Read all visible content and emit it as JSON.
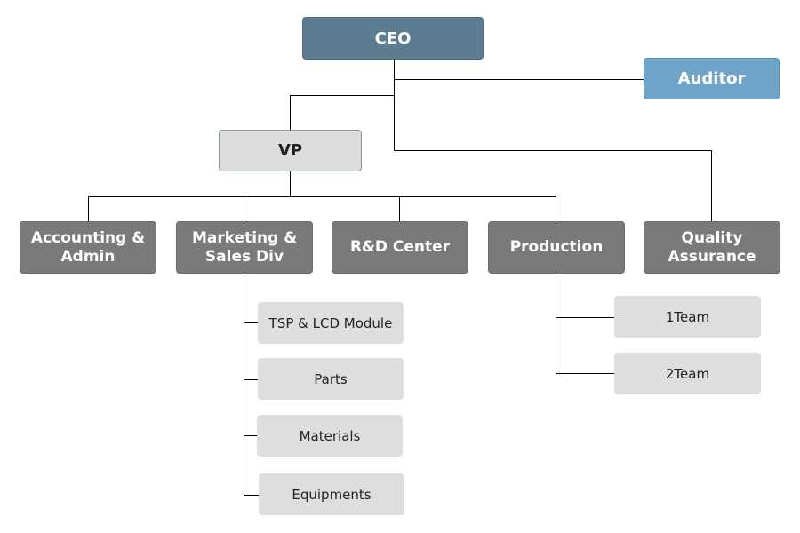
{
  "chart": {
    "ceo": "CEO",
    "auditor": "Auditor",
    "vp": "VP",
    "departments": [
      {
        "line1": "Accounting &",
        "line2": "Admin"
      },
      {
        "line1": "Marketing &",
        "line2": "Sales Div"
      },
      {
        "line1": "R&D Center",
        "line2": ""
      },
      {
        "line1": "Production",
        "line2": ""
      },
      {
        "line1": "Quality",
        "line2": "Assurance"
      }
    ],
    "marketing_units": [
      "TSP & LCD Module",
      "Parts",
      "Materials",
      "Equipments"
    ],
    "production_teams": [
      "1Team",
      "2Team"
    ]
  },
  "colors": {
    "ceo": "#5c7d91",
    "auditor": "#6fa4c9",
    "vp": "#dcdcdc",
    "department": "#7a7a7a",
    "sub_unit": "#dedede",
    "connector": "#000000"
  }
}
